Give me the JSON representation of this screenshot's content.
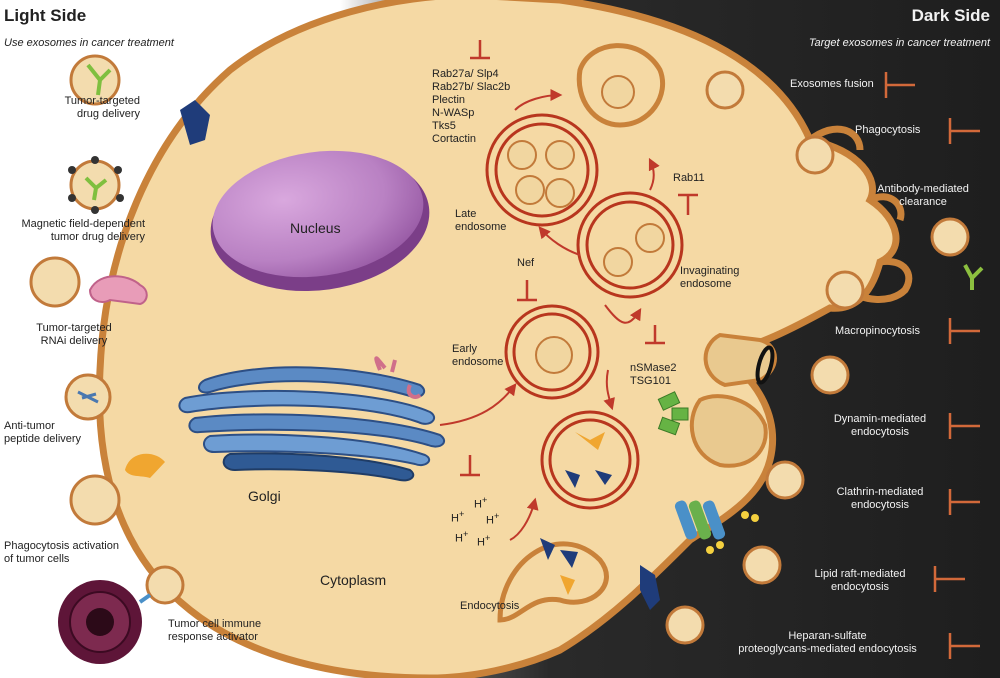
{
  "header": {
    "left_title": "Light Side",
    "left_subtitle": "Use exosomes in cancer treatment",
    "right_title": "Dark Side",
    "right_subtitle": "Target exosomes in cancer treatment"
  },
  "light_side_items": [
    "Tumor-targeted\ndrug delivery",
    "Magnetic field-dependent\ntumor drug delivery",
    "Tumor-targeted\nRNAi delivery",
    "Anti-tumor\npeptide delivery",
    "Phagocytosis activation\nof tumor cells",
    "Tumor cell immune\nresponse activator"
  ],
  "dark_side_items": [
    "Exosomes fusion",
    "Phagocytosis",
    "Antibody-mediated\nclearance",
    "Macropinocytosis",
    "Dynamin-mediated\nendocytosis",
    "Clathrin-mediated\nendocytosis",
    "Lipid raft-mediated\nendocytosis",
    "Heparan-sulfate\nproteoglycans-mediated endocytosis"
  ],
  "cell": {
    "nucleus": "Nucleus",
    "golgi": "Golgi",
    "cytoplasm": "Cytoplasm",
    "endocytosis": "Endocytosis",
    "early_endosome": "Early\nendosome",
    "late_endosome": "Late\nendosome",
    "invaginating_endosome": "Invaginating\nendosome",
    "inhibitors": "Rab27a/ Slp4\nRab27b/ Slac2b\nPlectin\nN-WASp\nTks5\nCortactin",
    "rab11": "Rab11",
    "nef": "Nef",
    "nsmase": "nSMase2\nTSG101",
    "proton": "H",
    "proton_sup": "+"
  },
  "colors": {
    "cytoplasm": "#f5d9a4",
    "membrane": "#c9823a",
    "endosome_ring": "#b8361e",
    "nucleus": "#a35fb0",
    "golgi": "#3f6fb0",
    "arrow": "#c0392b",
    "inhibit": "#c0392b",
    "dark_bg": "#222222",
    "dark_inhibit": "#d2693a"
  }
}
